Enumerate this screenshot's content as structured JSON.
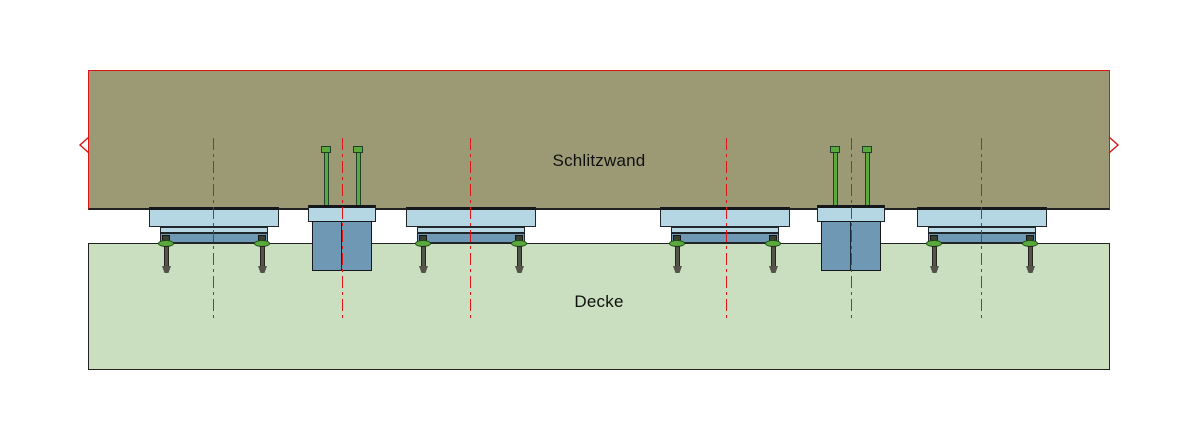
{
  "labels": {
    "wall": "Schlitzwand",
    "slab": "Decke"
  },
  "colors": {
    "wall_fill": "#9b9a74",
    "slab_fill": "#c9dfbf",
    "plate_light": "#b4d7e3",
    "block_blue": "#6f98b5",
    "bolt_green": "#5aa83e",
    "line_red": "#dc1414",
    "outline_dark": "#222222"
  },
  "geometry": {
    "centerlines_x": [
      213,
      342,
      470,
      726,
      851,
      981
    ],
    "bearings_cx": [
      214,
      471,
      725,
      982
    ],
    "connectors_cx": [
      342,
      851
    ]
  }
}
